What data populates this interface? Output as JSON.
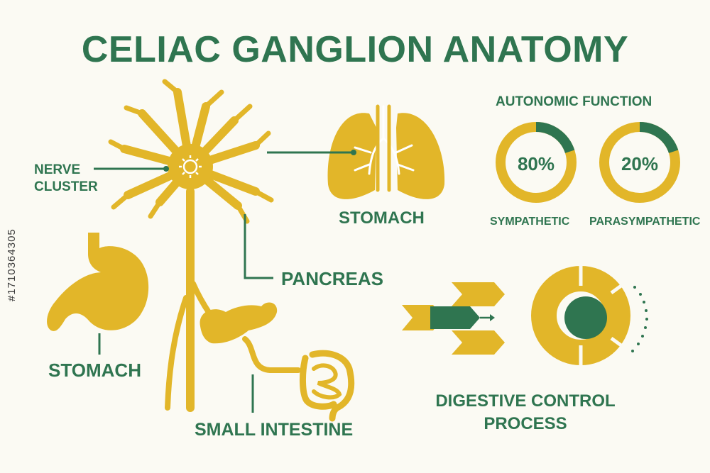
{
  "title": "CELIAC GANGLION ANATOMY",
  "labels": {
    "nerve_cluster_line1": "NERVE",
    "nerve_cluster_line2": "CLUSTER",
    "lungs": "STOMACH",
    "stomach": "STOMACH",
    "pancreas": "PANCREAS",
    "small_intestine": "SMALL INTESTINE",
    "digestive_line1": "DIGESTIVE CONTROL",
    "digestive_line2": "PROCESS"
  },
  "autonomic": {
    "heading": "AUTONOMIC FUNCTION",
    "items": [
      {
        "label": "SYMPATHETIC",
        "value_text": "80%",
        "fraction": 0.2
      },
      {
        "label": "PARASYMPATHETIC",
        "value_text": "20%",
        "fraction": 0.2
      }
    ]
  },
  "watermark": "#1710364305",
  "colors": {
    "green": "#2f7550",
    "yellow": "#e2b629",
    "background": "#fbfaf3"
  }
}
